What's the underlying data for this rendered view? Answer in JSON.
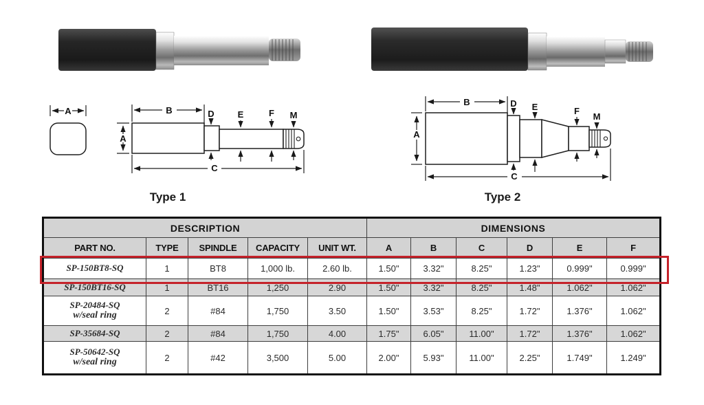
{
  "photos": {
    "photo1": "type-1-straight-spindle-photo",
    "photo2": "type-2-tapered-spindle-photo"
  },
  "diagrams": {
    "letters": {
      "a": "A",
      "b": "B",
      "c": "C",
      "d": "D",
      "e": "E",
      "f": "F",
      "m": "M"
    },
    "type1_label": "Type 1",
    "type2_label": "Type 2"
  },
  "table": {
    "group_headers": {
      "description": "DESCRIPTION",
      "dimensions": "DIMENSIONS"
    },
    "columns": [
      "PART NO.",
      "TYPE",
      "SPINDLE",
      "CAPACITY",
      "UNIT WT.",
      "A",
      "B",
      "C",
      "D",
      "E",
      "F"
    ],
    "highlight_color": "#c5222a",
    "header_bg": "#d3d3d3",
    "alt_row_bg": "#d7d7d7",
    "rows": [
      {
        "part": "SP-150BT8-SQ",
        "sub": "",
        "type": "1",
        "spindle": "BT8",
        "capacity": "1,000 lb.",
        "unit_wt": "2.60 lb.",
        "a": "1.50\"",
        "b": "3.32\"",
        "c": "8.25\"",
        "d": "1.23\"",
        "e": "0.999\"",
        "f": "0.999\""
      },
      {
        "part": "SP-150BT16-SQ",
        "sub": "",
        "type": "1",
        "spindle": "BT16",
        "capacity": "1,250",
        "unit_wt": "2.90",
        "a": "1.50\"",
        "b": "3.32\"",
        "c": "8.25\"",
        "d": "1.48\"",
        "e": "1.062\"",
        "f": "1.062\""
      },
      {
        "part": "SP-20484-SQ",
        "sub": "w/seal ring",
        "type": "2",
        "spindle": "#84",
        "capacity": "1,750",
        "unit_wt": "3.50",
        "a": "1.50\"",
        "b": "3.53\"",
        "c": "8.25\"",
        "d": "1.72\"",
        "e": "1.376\"",
        "f": "1.062\""
      },
      {
        "part": "SP-35684-SQ",
        "sub": "",
        "type": "2",
        "spindle": "#84",
        "capacity": "1,750",
        "unit_wt": "4.00",
        "a": "1.75\"",
        "b": "6.05\"",
        "c": "11.00\"",
        "d": "1.72\"",
        "e": "1.376\"",
        "f": "1.062\""
      },
      {
        "part": "SP-50642-SQ",
        "sub": "w/seal ring",
        "type": "2",
        "spindle": "#42",
        "capacity": "3,500",
        "unit_wt": "5.00",
        "a": "2.00\"",
        "b": "5.93\"",
        "c": "11.00\"",
        "d": "2.25\"",
        "e": "1.749\"",
        "f": "1.249\""
      }
    ]
  }
}
